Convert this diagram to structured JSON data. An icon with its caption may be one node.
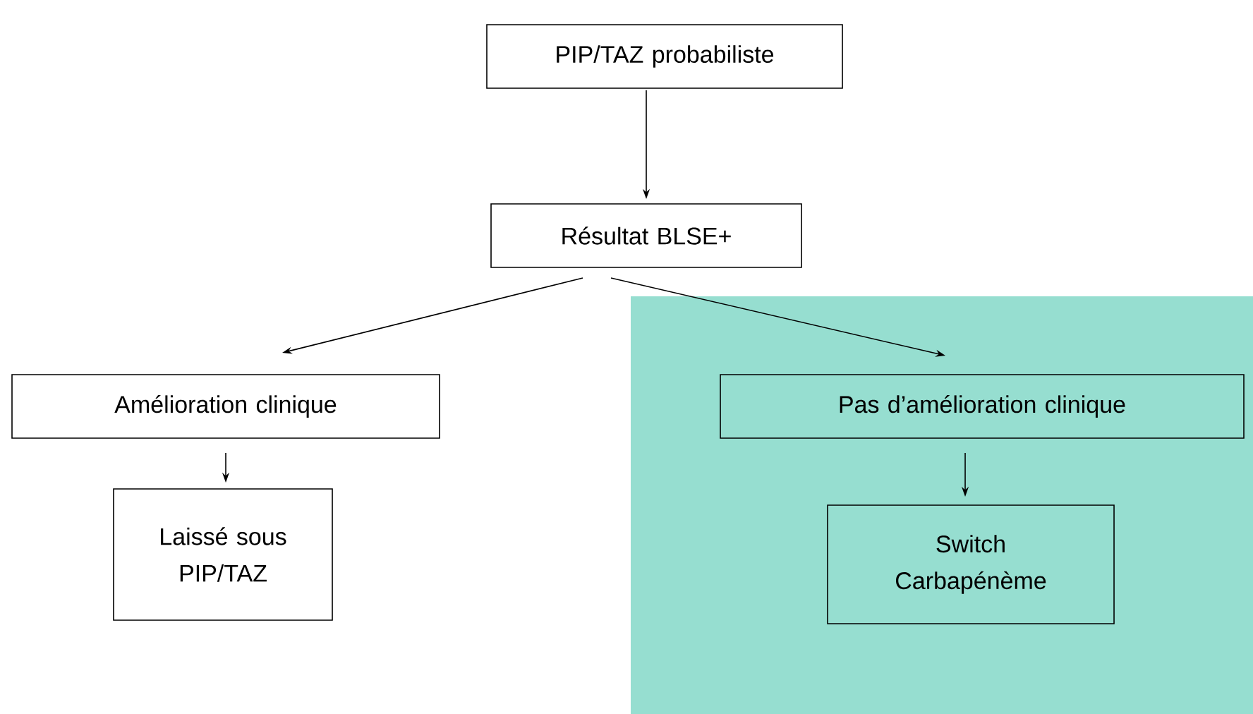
{
  "diagram": {
    "nodes": [
      {
        "text": [
          "PIP/TAZ probabiliste"
        ]
      },
      {
        "text": [
          "Résultat BLSE+"
        ]
      },
      {
        "text": [
          "Amélioration clinique"
        ]
      },
      {
        "text": [
          "Pas d’amélioration clinique"
        ]
      },
      {
        "text": [
          "Laissé sous PIP/TAZ"
        ]
      },
      {
        "text": [
          "Switch Carbapénème"
        ]
      }
    ],
    "edges": [
      {
        "from": 0,
        "to": 1,
        "arrow": "to"
      },
      {
        "from": 1,
        "to": 2,
        "arrow": "to"
      },
      {
        "from": 1,
        "to": 3,
        "arrow": "to"
      },
      {
        "from": 2,
        "to": 4,
        "arrow": "to"
      },
      {
        "from": 3,
        "to": 5,
        "arrow": "to"
      }
    ]
  }
}
